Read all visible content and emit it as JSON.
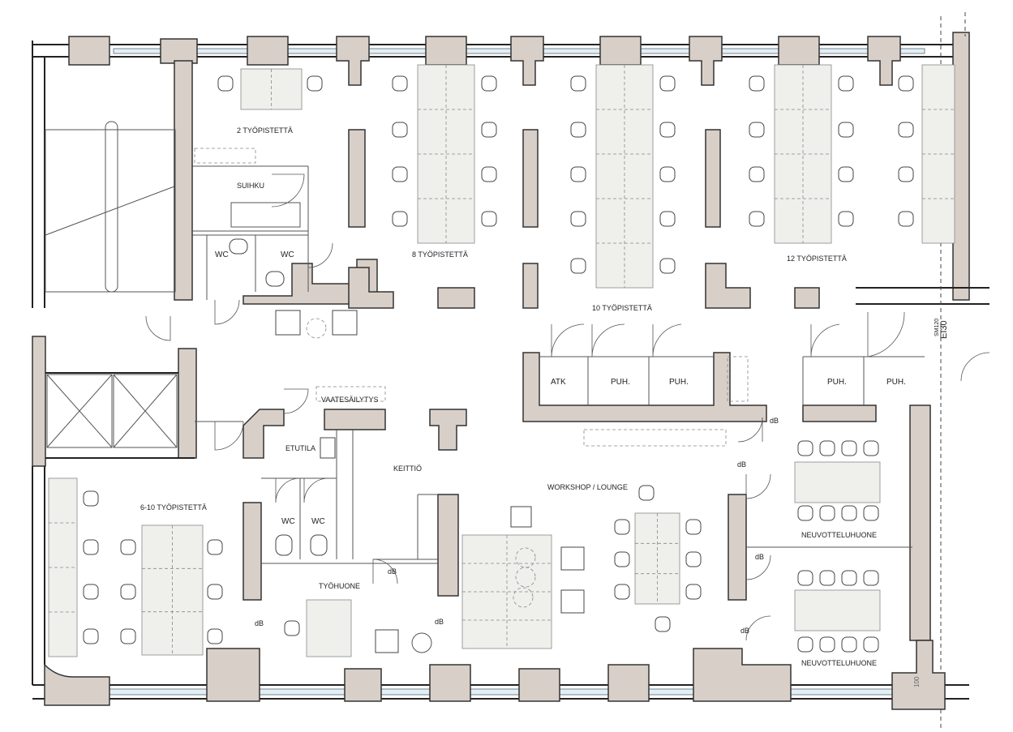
{
  "title": "Office floor plan",
  "rooms": {
    "ws2": "2 TYÖPISTETTÄ",
    "shower": "SUIHKU",
    "wc1": "WC",
    "wc2": "WC",
    "ws8": "8 TYÖPISTETTÄ",
    "ws10": "10 TYÖPISTETTÄ",
    "ws12": "12 TYÖPISTETTÄ",
    "atk": "ATK",
    "puh1": "PUH.",
    "puh2": "PUH.",
    "puh3": "PUH.",
    "puh4": "PUH.",
    "cloak": "VAATESÄILYTYS",
    "lobby": "ETUTILA",
    "kitchen": "KEITTIÖ",
    "lounge": "WORKSHOP / LOUNGE",
    "ws610": "6-10 TYÖPISTETTÄ",
    "wc3": "WC",
    "wc4": "WC",
    "meeting1": "NEUVOTTELUHUONE",
    "meeting2": "NEUVOTTELUHUONE",
    "office": "TYÖHUONE"
  },
  "annotations": {
    "db1": "dB",
    "db2": "dB",
    "db3": "dB",
    "db4": "dB",
    "db5": "dB",
    "db6": "dB",
    "db7": "dB",
    "fire_rating": "EI30",
    "sound_rating": "SM120",
    "dimension": "100"
  }
}
